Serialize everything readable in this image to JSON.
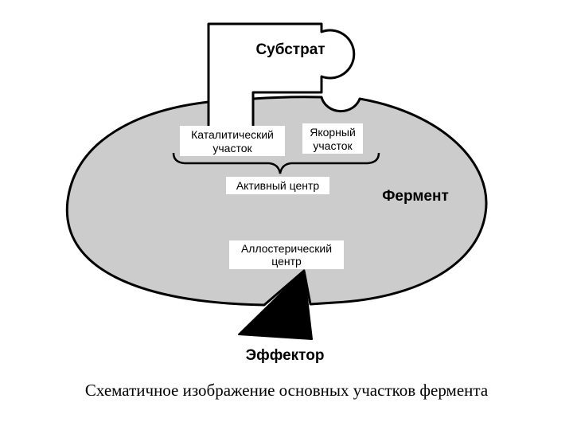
{
  "diagram": {
    "substrate_label": "Субстрат",
    "enzyme_label": "Фермент",
    "catalytic_site": {
      "line1": "Каталитический",
      "line2": "участок"
    },
    "anchor_site": {
      "line1": "Якорный",
      "line2": "участок"
    },
    "active_center_label": "Активный центр",
    "allosteric_center": {
      "line1": "Аллостерический",
      "line2": "центр"
    },
    "effector_label": "Эффектор",
    "caption": "Схематичное изображение основных участков фермента"
  },
  "colors": {
    "enzyme_fill": "#cccccc",
    "outline": "#000000",
    "label_box": "#ffffff",
    "effector_fill": "#000000"
  }
}
